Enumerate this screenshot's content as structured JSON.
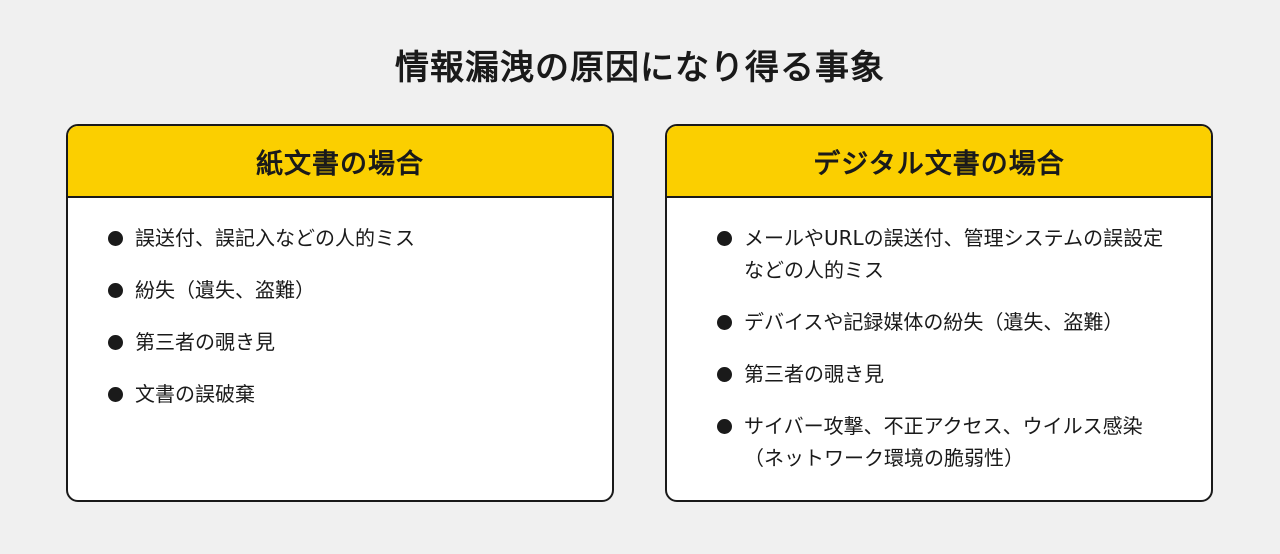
{
  "title": "情報漏洩の原因になり得る事象",
  "cards": [
    {
      "heading": "紙文書の場合",
      "items": [
        "誤送付、誤記入などの人的ミス",
        "紛失（遺失、盗難）",
        "第三者の覗き見",
        "文書の誤破棄"
      ]
    },
    {
      "heading": "デジタル文書の場合",
      "items": [
        "メールやURLの誤送付、管理システムの誤設定などの人的ミス",
        "デバイスや記録媒体の紛失（遺失、盗難）",
        "第三者の覗き見",
        "サイバー攻撃、不正アクセス、ウイルス感染（ネットワーク環境の脆弱性）"
      ]
    }
  ],
  "colors": {
    "background": "#f0f0f0",
    "header_accent": "#fbcf00",
    "border": "#1a1a1a",
    "card_background": "#ffffff"
  },
  "icons": {
    "bullet": "bullet-dot-icon"
  }
}
